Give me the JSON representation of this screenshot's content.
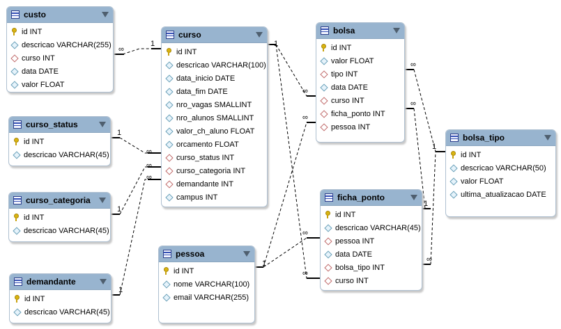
{
  "tables": {
    "custo": {
      "name": "custo",
      "columns": [
        {
          "text": "id INT",
          "kind": "pk"
        },
        {
          "text": "descricao VARCHAR(255)",
          "kind": "attr"
        },
        {
          "text": "curso INT",
          "kind": "fk"
        },
        {
          "text": "data DATE",
          "kind": "attr"
        },
        {
          "text": "valor FLOAT",
          "kind": "attr"
        }
      ]
    },
    "curso_status": {
      "name": "curso_status",
      "columns": [
        {
          "text": "id INT",
          "kind": "pk"
        },
        {
          "text": "descricao VARCHAR(45)",
          "kind": "attr"
        }
      ]
    },
    "curso_categoria": {
      "name": "curso_categoria",
      "columns": [
        {
          "text": "id INT",
          "kind": "pk"
        },
        {
          "text": "descricao VARCHAR(45)",
          "kind": "attr"
        }
      ]
    },
    "demandante": {
      "name": "demandante",
      "columns": [
        {
          "text": "id INT",
          "kind": "pk"
        },
        {
          "text": "descricao VARCHAR(45)",
          "kind": "attr"
        }
      ]
    },
    "curso": {
      "name": "curso",
      "columns": [
        {
          "text": "id INT",
          "kind": "pk"
        },
        {
          "text": "descricao VARCHAR(100)",
          "kind": "attr"
        },
        {
          "text": "data_inicio DATE",
          "kind": "attr"
        },
        {
          "text": "data_fim DATE",
          "kind": "attr"
        },
        {
          "text": "nro_vagas SMALLINT",
          "kind": "attr"
        },
        {
          "text": "nro_alunos SMALLINT",
          "kind": "attr"
        },
        {
          "text": "valor_ch_aluno FLOAT",
          "kind": "attr"
        },
        {
          "text": "orcamento FLOAT",
          "kind": "attr"
        },
        {
          "text": "curso_status INT",
          "kind": "fk"
        },
        {
          "text": "curso_categoria INT",
          "kind": "fk"
        },
        {
          "text": "demandante INT",
          "kind": "fk"
        },
        {
          "text": "campus INT",
          "kind": "attr"
        }
      ]
    },
    "pessoa": {
      "name": "pessoa",
      "columns": [
        {
          "text": "id INT",
          "kind": "pk"
        },
        {
          "text": "nome VARCHAR(100)",
          "kind": "attr"
        },
        {
          "text": "email VARCHAR(255)",
          "kind": "attr"
        }
      ]
    },
    "bolsa": {
      "name": "bolsa",
      "columns": [
        {
          "text": "id INT",
          "kind": "pk"
        },
        {
          "text": "valor FLOAT",
          "kind": "attr"
        },
        {
          "text": "tipo INT",
          "kind": "fk"
        },
        {
          "text": "data DATE",
          "kind": "attr"
        },
        {
          "text": "curso INT",
          "kind": "fk"
        },
        {
          "text": "ficha_ponto INT",
          "kind": "fk"
        },
        {
          "text": "pessoa INT",
          "kind": "fk"
        }
      ]
    },
    "ficha_ponto": {
      "name": "ficha_ponto",
      "columns": [
        {
          "text": "id INT",
          "kind": "pk"
        },
        {
          "text": "descricao VARCHAR(45)",
          "kind": "attr"
        },
        {
          "text": "pessoa INT",
          "kind": "fk"
        },
        {
          "text": "data DATE",
          "kind": "attr"
        },
        {
          "text": "bolsa_tipo INT",
          "kind": "fk"
        },
        {
          "text": "curso INT",
          "kind": "fk"
        }
      ]
    },
    "bolsa_tipo": {
      "name": "bolsa_tipo",
      "columns": [
        {
          "text": "id INT",
          "kind": "pk"
        },
        {
          "text": "descricao VARCHAR(50)",
          "kind": "attr"
        },
        {
          "text": "valor FLOAT",
          "kind": "attr"
        },
        {
          "text": "ultima_atualizacao DATE",
          "kind": "attr"
        }
      ]
    }
  },
  "cardinality": {
    "one": "1",
    "many": "∞"
  }
}
